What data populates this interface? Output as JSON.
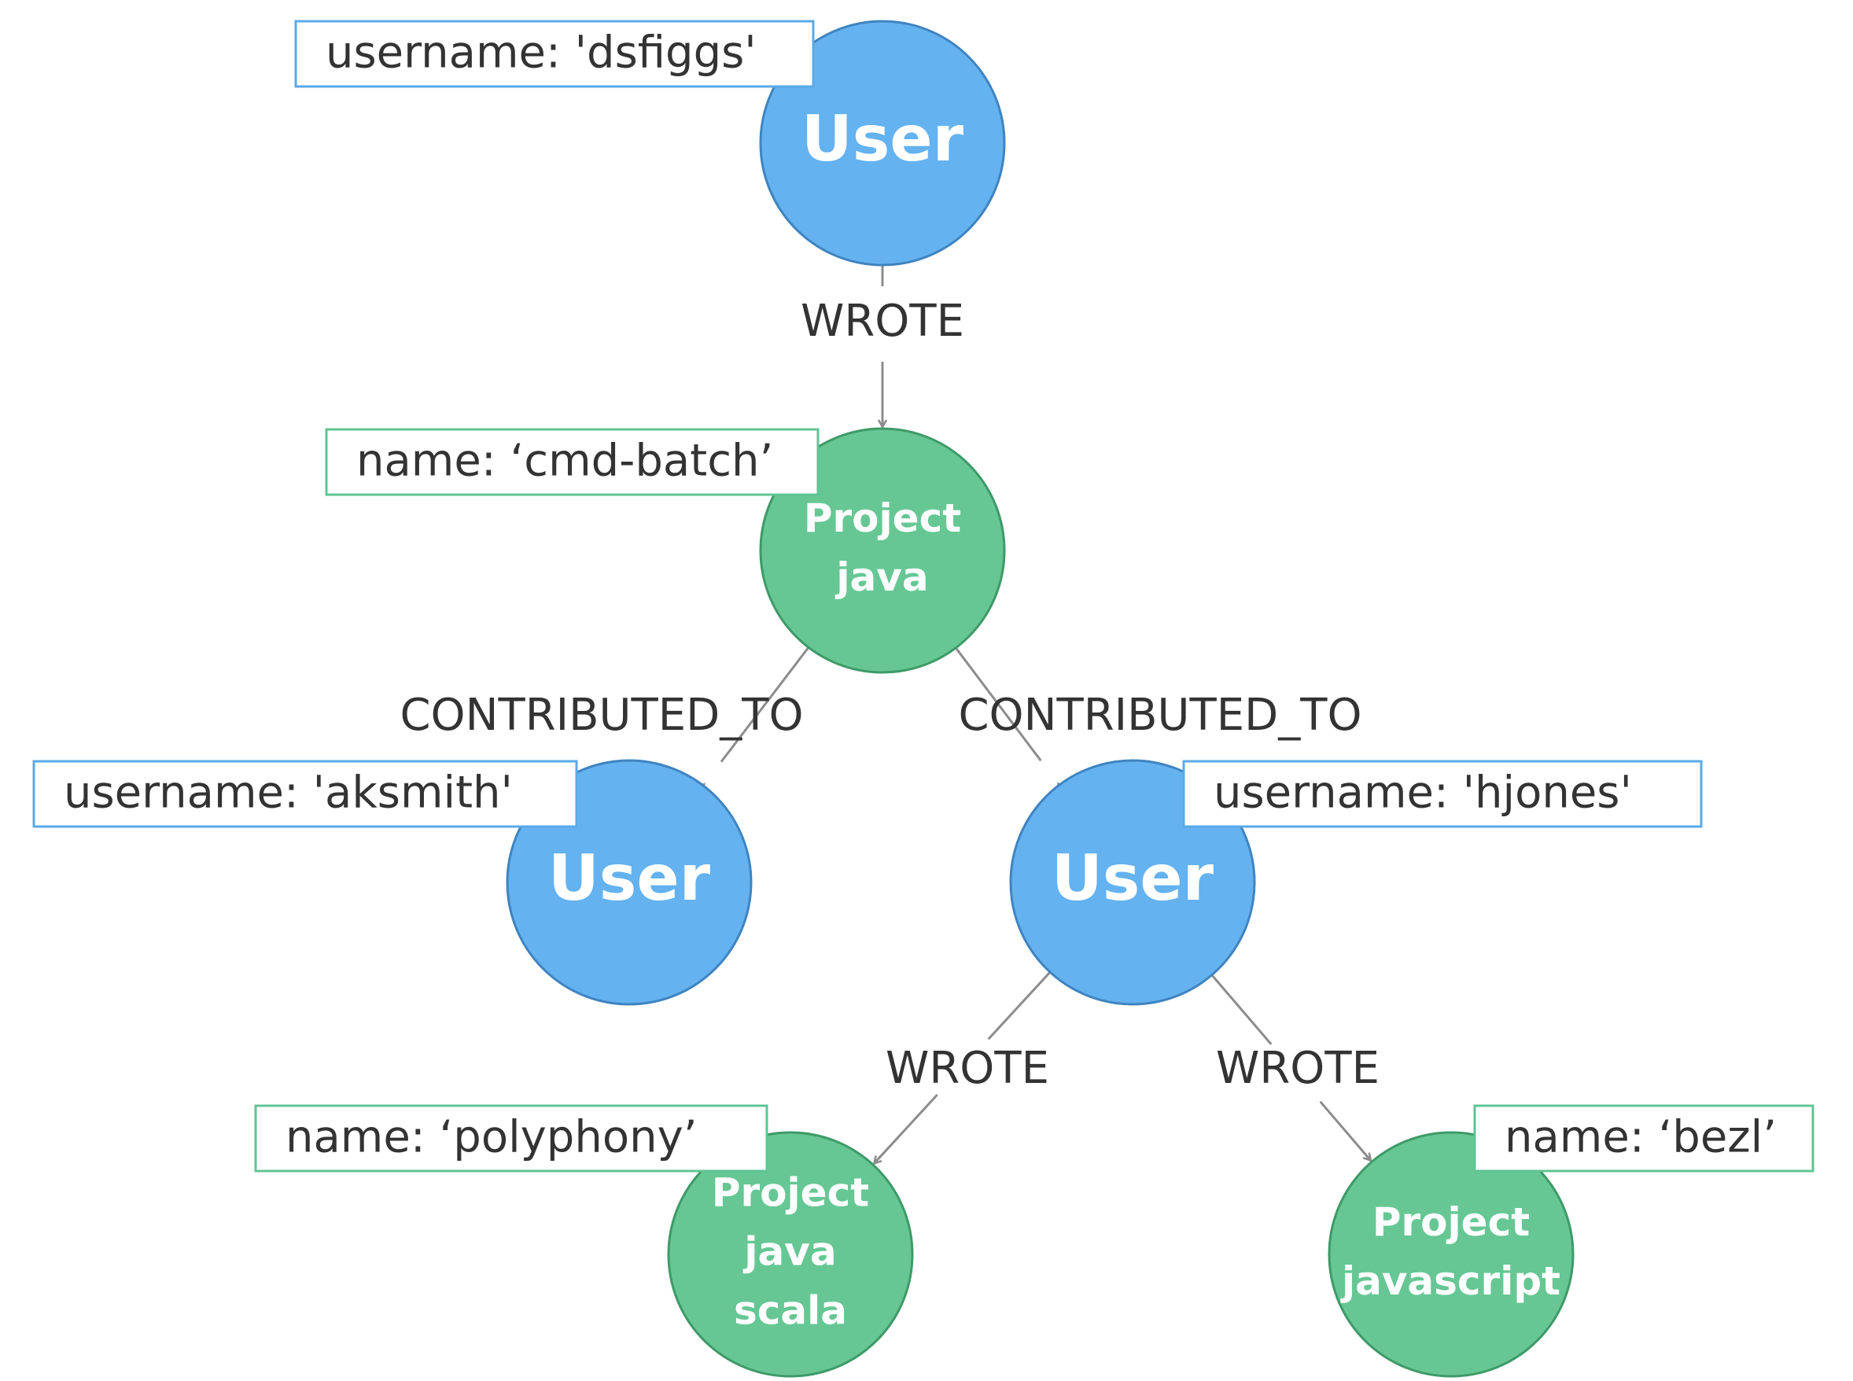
{
  "colors": {
    "user_fill": "#64b2ef",
    "user_stroke": "#3f84c0",
    "project_fill": "#66c794",
    "project_stroke": "#3e9a68",
    "user_prop_border": "#5aaae8",
    "project_prop_border": "#5fc494",
    "edge": "#8c8c8c",
    "text": "#333333"
  },
  "nodes": [
    {
      "id": "n1",
      "type": "user",
      "lines": [
        "User"
      ]
    },
    {
      "id": "n2",
      "type": "project",
      "lines": [
        "Project",
        "java"
      ]
    },
    {
      "id": "n3",
      "type": "user",
      "lines": [
        "User"
      ]
    },
    {
      "id": "n4",
      "type": "user",
      "lines": [
        "User"
      ]
    },
    {
      "id": "n5",
      "type": "project",
      "lines": [
        "Project",
        "java",
        "scala"
      ]
    },
    {
      "id": "n6",
      "type": "project",
      "lines": [
        "Project",
        "javascript"
      ]
    }
  ],
  "properties": [
    {
      "node": "n1",
      "type": "user",
      "text": "username: 'dsfiggs'"
    },
    {
      "node": "n2",
      "type": "project",
      "text": "name: ‘cmd-batch’"
    },
    {
      "node": "n3",
      "type": "user",
      "text": "username: 'aksmith'"
    },
    {
      "node": "n4",
      "type": "user",
      "text": "username: 'hjones'"
    },
    {
      "node": "n5",
      "type": "project",
      "text": "name: ‘polyphony’"
    },
    {
      "node": "n6",
      "type": "project",
      "text": "name: ‘bezl’"
    }
  ],
  "edges": [
    {
      "id": "e1",
      "from": "n1",
      "to": "n2",
      "label": "WROTE"
    },
    {
      "id": "e2",
      "from": "n2",
      "to": "n3",
      "label": "CONTRIBUTED_TO"
    },
    {
      "id": "e3",
      "from": "n2",
      "to": "n4",
      "label": "CONTRIBUTED_TO"
    },
    {
      "id": "e4",
      "from": "n4",
      "to": "n5",
      "label": "WROTE"
    },
    {
      "id": "e5",
      "from": "n4",
      "to": "n6",
      "label": "WROTE"
    }
  ]
}
